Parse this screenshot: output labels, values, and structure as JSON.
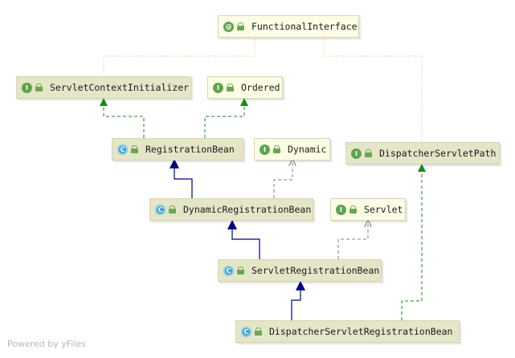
{
  "nodes": {
    "functional_interface": {
      "badge": "@",
      "name": "FunctionalInterface"
    },
    "servlet_context_initializer": {
      "badge": "I",
      "name": "ServletContextInitializer"
    },
    "ordered": {
      "badge": "I",
      "name": "Ordered"
    },
    "registration_bean": {
      "badge": "C",
      "name": "RegistrationBean"
    },
    "dynamic": {
      "badge": "I",
      "name": "Dynamic"
    },
    "dispatcher_servlet_path": {
      "badge": "I",
      "name": "DispatcherServletPath"
    },
    "dynamic_registration_bean": {
      "badge": "C",
      "name": "DynamicRegistrationBean"
    },
    "servlet": {
      "badge": "I",
      "name": "Servlet"
    },
    "servlet_registration_bean": {
      "badge": "C",
      "name": "ServletRegistrationBean"
    },
    "dispatcher_servlet_registration_bean": {
      "badge": "C",
      "name": "DispatcherServletRegistrationBean"
    }
  },
  "colors": {
    "extends": "#00007f",
    "implements": "#1a8a1a",
    "depends": "#7f7f7f",
    "annotation": "#c9c98a"
  },
  "footer": "Powered by yFiles"
}
